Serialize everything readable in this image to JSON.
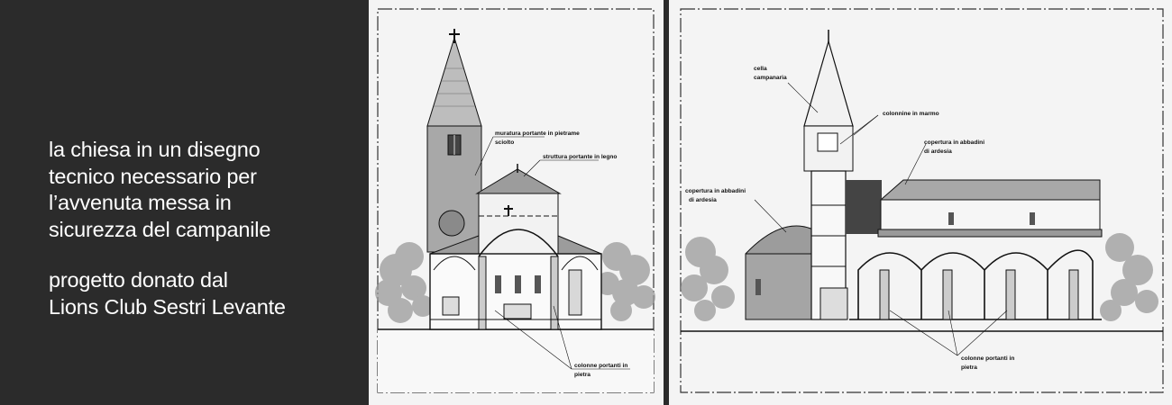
{
  "caption": {
    "line1": "la chiesa in un disegno",
    "line2": "tecnico necessario per",
    "line3": "l’avvenuta messa in",
    "line4": "sicurezza del campanile",
    "line5": "progetto donato dal",
    "line6": "Lions Club Sestri Levante"
  },
  "left_drawing": {
    "label_muratura_1": "muratura portante in pietrame",
    "label_muratura_2": "sciolto",
    "label_struttura": "struttura portante in legno",
    "label_colonne_1": "colonne portanti in",
    "label_colonne_2": "pietra"
  },
  "right_drawing": {
    "label_cella_1": "cella",
    "label_cella_2": "campanaria",
    "label_colonnine": "colonnine in marmo",
    "label_copertura_r_1": "copertura in abbadini",
    "label_copertura_r_2": "di ardesia",
    "label_copertura_l_1": "copertura in abbadini",
    "label_copertura_l_2": "di ardesia",
    "label_colonne_1": "colonne portanti in",
    "label_colonne_2": "pietra"
  }
}
